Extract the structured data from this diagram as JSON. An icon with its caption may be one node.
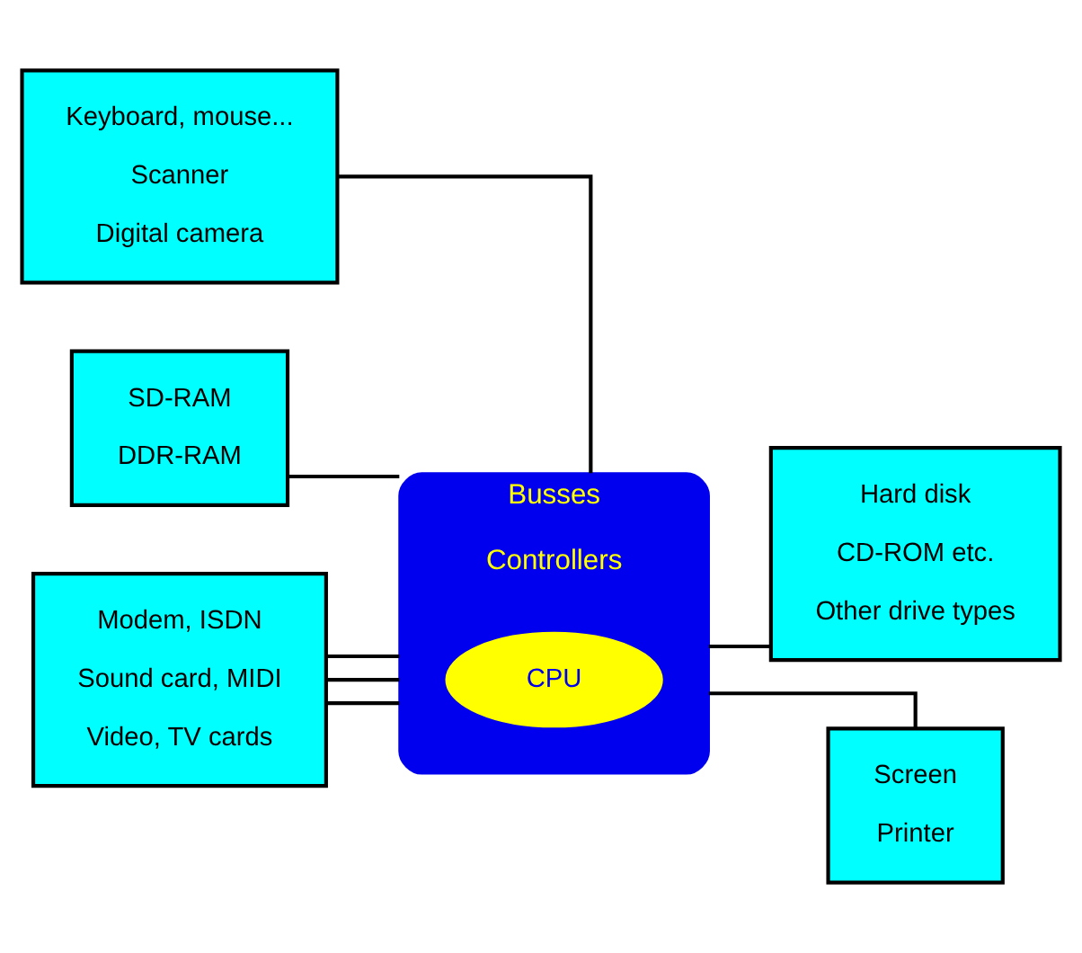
{
  "diagram": {
    "nodes": [
      {
        "text": [
          "Keyboard, mouse...",
          "Scanner",
          "Digital camera"
        ]
      },
      {
        "text": [
          "SD-RAM",
          "DDR-RAM"
        ]
      },
      {
        "text": [
          "Busses",
          "Controllers"
        ]
      },
      {
        "text": [
          "CPU"
        ],
        "in": 2
      },
      {
        "text": [
          "Modem, ISDN",
          "Sound card, MIDI",
          "Video, TV cards"
        ]
      },
      {
        "text": [
          "Hard disk",
          "CD-ROM etc.",
          "Other drive types"
        ]
      },
      {
        "text": [
          "Screen",
          "Printer"
        ]
      }
    ],
    "edges": [
      {
        "from": 0,
        "to": 2,
        "arrow": "none"
      },
      {
        "from": 1,
        "to": 2,
        "arrow": "none"
      },
      {
        "from": 4,
        "to": 2,
        "arrow": "none"
      },
      {
        "from": 4,
        "to": 2,
        "arrow": "none"
      },
      {
        "from": 4,
        "to": 2,
        "arrow": "none"
      },
      {
        "from": 2,
        "to": 6,
        "arrow": "none"
      },
      {
        "from": 2,
        "to": 5,
        "arrow": "none"
      }
    ]
  }
}
